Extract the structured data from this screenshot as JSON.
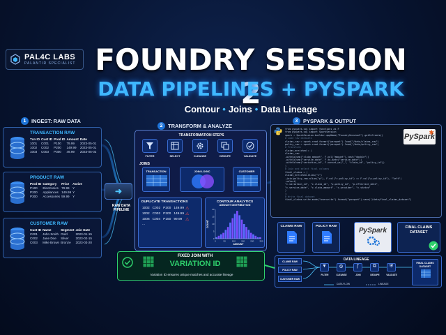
{
  "brand": {
    "name": "PAL4C LABS",
    "tagline": "PALANTIR SPECIALIST"
  },
  "title": {
    "line1": "FOUNDRY SESSION 2",
    "line2": "DATA PIPELINES + PYSPARK"
  },
  "subtitle": {
    "items": [
      "Contour",
      "Joins",
      "Data Lineage"
    ]
  },
  "sections": {
    "ingest": {
      "number": "1",
      "label": "INGEST: RAW DATA"
    },
    "transform": {
      "number": "2",
      "label": "TRANSFORM & ANALYZE"
    },
    "output": {
      "number": "3",
      "label": "PYSPARK & OUTPUT"
    }
  },
  "raw_tables": [
    {
      "title": "TRANSACTION RAW",
      "columns": [
        "Txn ID",
        "Cust ID",
        "Prod ID",
        "Amount",
        "Date"
      ],
      "rows": [
        [
          "1001",
          "C001",
          "P100",
          "79.99",
          "2023-05-01"
        ],
        [
          "1002",
          "C002",
          "P200",
          "149.99",
          "2023-05-01"
        ],
        [
          "1003",
          "C003",
          "P300",
          "49.99",
          "2023-05-02"
        ]
      ]
    },
    {
      "title": "PRODUCT RAW",
      "columns": [
        "Prod ID",
        "Category",
        "Price",
        "Active"
      ],
      "rows": [
        [
          "P100",
          "Electronics",
          "79.99",
          "Y"
        ],
        [
          "P200",
          "Appliances",
          "149.99",
          "Y"
        ],
        [
          "P300",
          "Accessories",
          "59.99",
          "Y"
        ]
      ]
    },
    {
      "title": "CUSTOMER RAW",
      "columns": [
        "Cust ID",
        "Name",
        "Segment",
        "Join Date"
      ],
      "rows": [
        [
          "C001",
          "John Smith",
          "Gold",
          "2023-01-15"
        ],
        [
          "C002",
          "Jane Doe",
          "Silver",
          "2023-02-15"
        ],
        [
          "C003",
          "Mike Brown",
          "Bronze",
          "2023-03-20"
        ]
      ]
    }
  ],
  "pipeline_label": "RAW DATA PIPELINE",
  "transform": {
    "steps_title": "TRANSFORMATION STEPS",
    "steps": [
      "FILTER",
      "SELECT",
      "CLEANSE",
      "DEDUPE",
      "VALIDATE"
    ],
    "joins_title": "JOINS",
    "join_left": "TRANSACTION",
    "join_center": "JOIN LOGIC",
    "join_right": "CUSTOMER",
    "dup_title": "DUPLICATE TRANSACTIONS",
    "dup_rows": [
      [
        "1002",
        "C002",
        "P200",
        "149.99"
      ],
      [
        "1002",
        "C002",
        "P200",
        "149.99"
      ],
      [
        "1006",
        "C004",
        "P150",
        "99.99"
      ]
    ],
    "dup_more": "...",
    "analytics_title": "CONTOUR ANALYTICS",
    "analytics_sub": "AMOUNT DISTRIBUTION",
    "analytics_ylabel": "COUNT",
    "analytics_xlabel": "AMOUNT"
  },
  "chart_data": {
    "type": "bar",
    "title": "AMOUNT DISTRIBUTION",
    "xlabel": "AMOUNT",
    "ylabel": "COUNT",
    "x_ticks": [
      "0",
      "50",
      "100",
      "150",
      "200",
      "250"
    ],
    "y_ticks": [
      "0",
      "5",
      "10",
      "15",
      "20"
    ],
    "ylim": [
      0,
      20
    ],
    "values": [
      1,
      2,
      3,
      4,
      6,
      8,
      11,
      14,
      17,
      19,
      16,
      13,
      10,
      8,
      6,
      4,
      3,
      2,
      1,
      1
    ]
  },
  "code": {
    "lines": [
      "from pyspark.sql import functions as F",
      "from pyspark.sql import SparkSession",
      "",
      "spark = SparkSession.builder.appName(\"FoundrySession2\").getOrCreate()",
      "",
      "# Load raw datasets",
      "claims_raw = spark.read.format(\"parquet\").load(\"/data/claims_raw\")",
      "policy_raw = spark.read.format(\"parquet\").load(\"/data/policy_raw\")",
      "",
      "# Transform",
      "claims_enriched = (",
      "    claims_raw",
      "    .withColumn(\"claim_amount\", F.col(\"amount\").cast(\"double\"))",
      "    .withColumn(\"service_date\", F.to_date(\"service_date\"))",
      "    .withColumn(\"variation_id\", F.concat_ws(\"_\", \"claim_id\", \"policy_id\"))",
      ")",
      "",
      "# Join and select final columns",
      "final_claims = (",
      "    claims_enriched.alias(\"c\")",
      "    .join(policy_raw.alias(\"p\"), F.col(\"c.policy_id\") == F.col(\"p.policy_id\"), \"left\")",
      "    .select(",
      "        \"c.variation_id\", \"c.claim_id\", \"p.policy_id\", \"p.effective_date\",",
      "        \"c.service_date\", \"c.claim_amount\", \"c.provider\", \"c.status\"",
      "    )",
      ")",
      "",
      "# Write final dataset",
      "final_claims.write.mode(\"overwrite\").format(\"parquet\").save(\"/data/final_claims_dataset\")"
    ],
    "badge": "PySpark"
  },
  "outputs": {
    "claims": "CLAIMS RAW",
    "policy": "POLICY RAW",
    "engine": "PySpark",
    "final": "FINAL CLAIMS DATASET"
  },
  "variation": {
    "line1": "FIXED JOIN WITH",
    "line2": "VARIATION ID",
    "note": "Variation ID ensures unique matches and accurate lineage"
  },
  "lineage": {
    "title": "DATA LINEAGE",
    "sources": [
      "CLAIMS RAW",
      "POLICY RAW",
      "CUSTOMER RAW"
    ],
    "steps": [
      "FILTER",
      "CLEANSE",
      "JOIN",
      "DEDUPE",
      "VALIDATE"
    ],
    "target": "FINAL CLAIMS DATASET",
    "legend_flow": "DATA FLOW",
    "legend_lineage": "LINEAGE"
  },
  "colors": {
    "accent": "#3fb8ff",
    "brand_blue": "#1e74d8",
    "success": "#2fd16d",
    "warning": "#ff4d4d",
    "pyspark_orange": "#e25a1c"
  }
}
